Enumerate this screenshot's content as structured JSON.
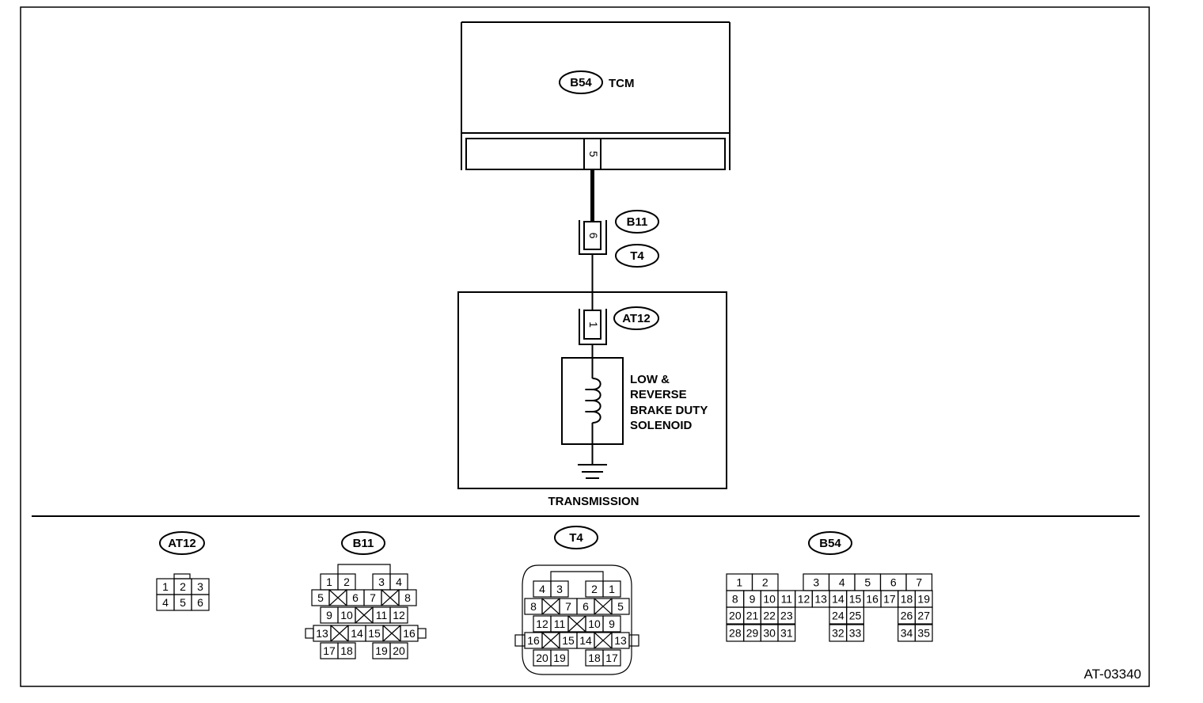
{
  "figure_id": "AT-03340",
  "tcm": {
    "connector": "B54",
    "label": "TCM",
    "pin": "5"
  },
  "harness_connector": {
    "upper": "B11",
    "lower": "T4",
    "pin": "6"
  },
  "transmission": {
    "label": "TRANSMISSION",
    "connector": "AT12",
    "pin": "1",
    "solenoid_lines": [
      "LOW &",
      "REVERSE",
      "BRAKE DUTY",
      "SOLENOID"
    ]
  },
  "connector_views": {
    "at12": {
      "name": "AT12",
      "pins": [
        "1",
        "2",
        "3",
        "4",
        "5",
        "6"
      ]
    },
    "b11": {
      "name": "B11",
      "pins": [
        "1",
        "2",
        "3",
        "4",
        "5",
        "6",
        "7",
        "8",
        "9",
        "10",
        "11",
        "12",
        "13",
        "14",
        "15",
        "16",
        "17",
        "18",
        "19",
        "20"
      ]
    },
    "t4": {
      "name": "T4",
      "pins": [
        "4",
        "3",
        "2",
        "1",
        "8",
        "7",
        "6",
        "5",
        "12",
        "11",
        "10",
        "9",
        "16",
        "15",
        "14",
        "13",
        "20",
        "19",
        "18",
        "17"
      ]
    },
    "b54": {
      "name": "B54",
      "pins": [
        "1",
        "2",
        "3",
        "4",
        "5",
        "6",
        "7",
        "8",
        "9",
        "10",
        "11",
        "12",
        "13",
        "14",
        "15",
        "16",
        "17",
        "18",
        "19",
        "20",
        "21",
        "22",
        "23",
        "24",
        "25",
        "26",
        "27",
        "28",
        "29",
        "30",
        "31",
        "32",
        "33",
        "34",
        "35"
      ]
    }
  }
}
